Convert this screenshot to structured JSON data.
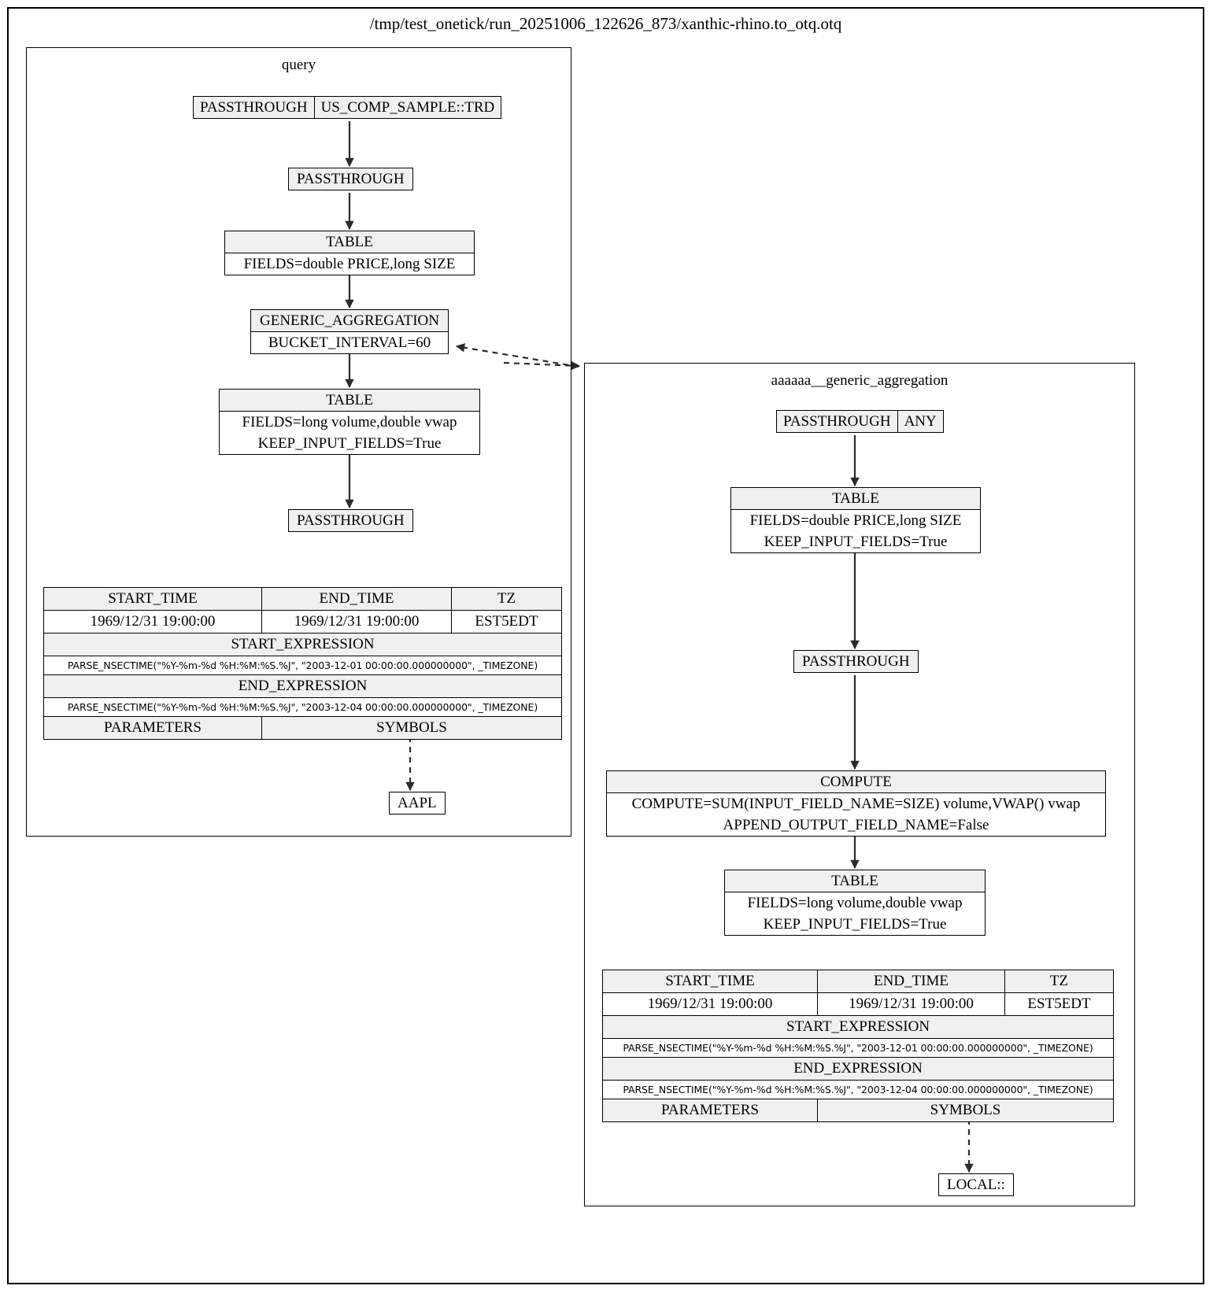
{
  "graph": {
    "title": "/tmp/test_onetick/run_20251006_122626_873/xanthic-rhino.to_otq.otq"
  },
  "clusters": [
    {
      "id": "query",
      "label": "query"
    },
    {
      "id": "aggregation",
      "label": "aaaaaa__generic_aggregation"
    }
  ],
  "query_nodes": {
    "source": {
      "left": "PASSTHROUGH",
      "right": "US_COMP_SAMPLE::TRD"
    },
    "passthrough1": "PASSTHROUGH",
    "table1": {
      "header": "TABLE",
      "rows": [
        "FIELDS=double PRICE,long SIZE"
      ]
    },
    "generic_aggregation": {
      "header": "GENERIC_AGGREGATION",
      "rows": [
        "BUCKET_INTERVAL=60"
      ]
    },
    "table2": {
      "header": "TABLE",
      "rows": [
        "FIELDS=long volume,double vwap",
        "KEEP_INPUT_FIELDS=True"
      ]
    },
    "passthrough2": "PASSTHROUGH",
    "symbol": "AAPL"
  },
  "query_params": {
    "col_headers": [
      "START_TIME",
      "END_TIME",
      "TZ"
    ],
    "col_values": [
      "1969/12/31 19:00:00",
      "1969/12/31 19:00:00",
      "EST5EDT"
    ],
    "start_expression_label": "START_EXPRESSION",
    "start_expression": "PARSE_NSECTIME(\"%Y-%m-%d %H:%M:%S.%J\", \"2003-12-01 00:00:00.000000000\", _TIMEZONE)",
    "end_expression_label": "END_EXPRESSION",
    "end_expression": "PARSE_NSECTIME(\"%Y-%m-%d %H:%M:%S.%J\", \"2003-12-04 00:00:00.000000000\", _TIMEZONE)",
    "parameters_label": "PARAMETERS",
    "symbols_label": "SYMBOLS"
  },
  "agg_nodes": {
    "source": {
      "left": "PASSTHROUGH",
      "right": "ANY"
    },
    "table1": {
      "header": "TABLE",
      "rows": [
        "FIELDS=double PRICE,long SIZE",
        "KEEP_INPUT_FIELDS=True"
      ]
    },
    "passthrough1": "PASSTHROUGH",
    "compute": {
      "header": "COMPUTE",
      "rows": [
        "COMPUTE=SUM(INPUT_FIELD_NAME=SIZE) volume,VWAP() vwap",
        "APPEND_OUTPUT_FIELD_NAME=False"
      ]
    },
    "table2": {
      "header": "TABLE",
      "rows": [
        "FIELDS=long volume,double vwap",
        "KEEP_INPUT_FIELDS=True"
      ]
    },
    "symbol": "LOCAL::"
  },
  "agg_params": {
    "col_headers": [
      "START_TIME",
      "END_TIME",
      "TZ"
    ],
    "col_values": [
      "1969/12/31 19:00:00",
      "1969/12/31 19:00:00",
      "EST5EDT"
    ],
    "start_expression_label": "START_EXPRESSION",
    "start_expression": "PARSE_NSECTIME(\"%Y-%m-%d %H:%M:%S.%J\", \"2003-12-01 00:00:00.000000000\", _TIMEZONE)",
    "end_expression_label": "END_EXPRESSION",
    "end_expression": "PARSE_NSECTIME(\"%Y-%m-%d %H:%M:%S.%J\", \"2003-12-04 00:00:00.000000000\", _TIMEZONE)",
    "parameters_label": "PARAMETERS",
    "symbols_label": "SYMBOLS"
  },
  "colors": {
    "node_header_fill": "#f0f0f0",
    "node_body_fill": "#ffffff",
    "stroke": "#000000",
    "edge": "#2b2b2b",
    "page_bg": "#ffffff"
  }
}
